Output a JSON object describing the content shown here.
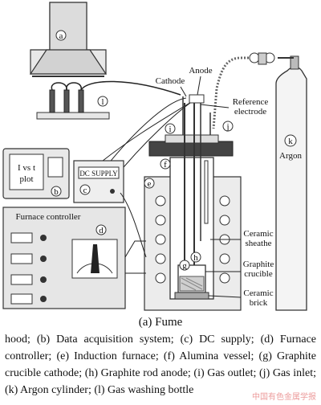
{
  "figure": {
    "letters": {
      "a": "a",
      "b": "b",
      "c": "c",
      "d": "d",
      "e": "e",
      "f": "f",
      "g": "g",
      "h": "h",
      "i": "i",
      "j": "j",
      "k": "k",
      "l": "l"
    },
    "labels": {
      "cathode": "Cathode",
      "anode": "Anode",
      "reference_electrode_line1": "Reference",
      "reference_electrode_line2": "electrode",
      "argon": "Argon",
      "plot_line1": "I vs t",
      "plot_line2": "plot",
      "dc_supply": "DC SUPPLY",
      "furnace_controller": "Furnace controller",
      "ceramic_sheathe_line1": "Ceramic",
      "ceramic_sheathe_line2": "sheathe",
      "graphite_crucible_line1": "Graphite",
      "graphite_crucible_line2": "crucible",
      "ceramic_brick_line1": "Ceramic",
      "ceramic_brick_line2": "brick"
    }
  },
  "caption": "(a) Fume",
  "legend": "hood; (b) Data acquisition system; (c) DC supply; (d) Furnace controller; (e) Induction furnace; (f) Alumina vessel; (g) Graphite crucible cathode; (h) Graphite rod anode; (i) Gas outlet; (j) Gas inlet; (k) Argon cylinder; (l) Gas washing bottle",
  "watermark": "中国有色金属学报"
}
